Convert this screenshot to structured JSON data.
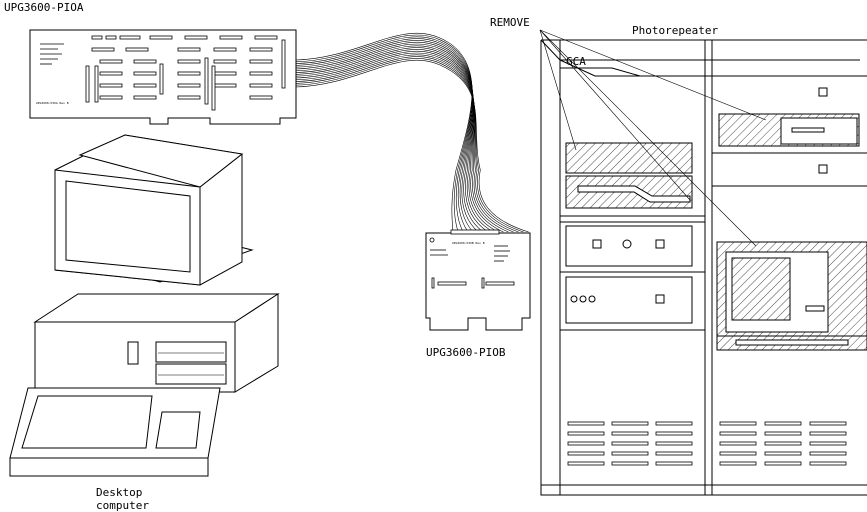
{
  "labels": {
    "board_a": "UPG3600-PIOA",
    "board_b": "UPG3600-PIOB",
    "remove": "REMOVE",
    "photorepeater": "Photorepeater",
    "gca": "GCA",
    "desktop_line1": "Desktop",
    "desktop_line2": "computer"
  },
  "board_a_text": {
    "bottom": "UPG3600-PIOA Rev B"
  },
  "board_b_text": {
    "top": "UPG3600-PIOB Rev B"
  }
}
